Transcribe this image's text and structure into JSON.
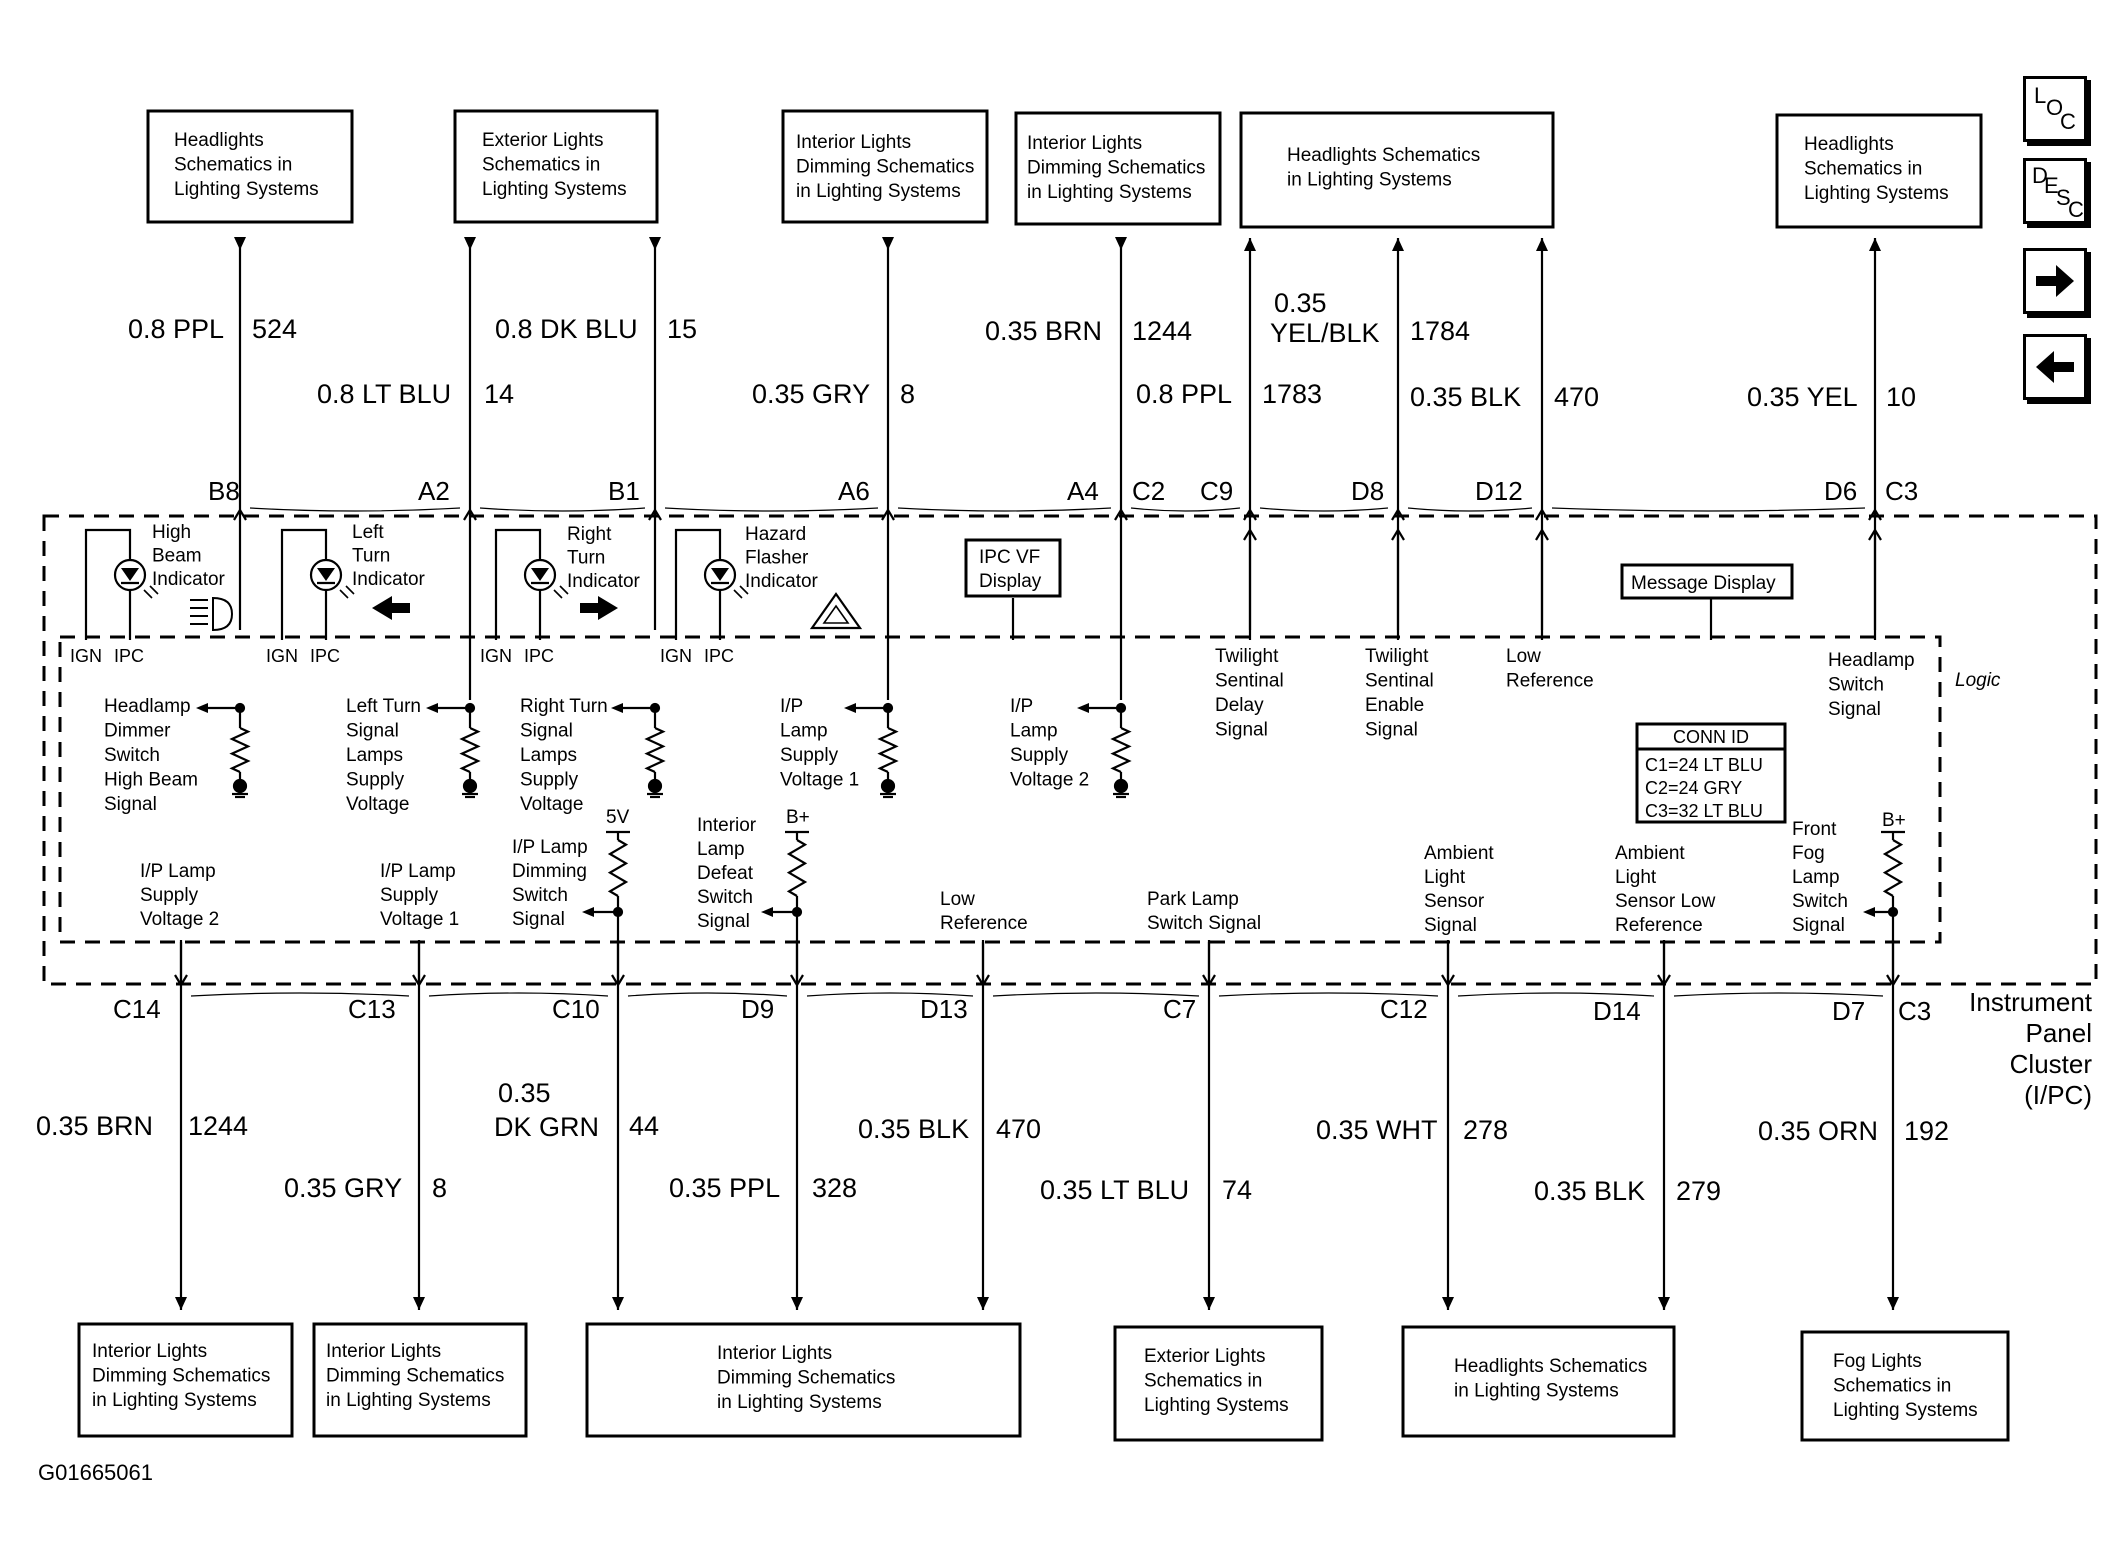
{
  "figure_id": "G01665061",
  "cluster_label": [
    "Instrument",
    "Panel",
    "Cluster",
    "(I/PC)"
  ],
  "logic_label": "Logic",
  "nav": {
    "loc": [
      "L",
      "O",
      "C"
    ],
    "desc": [
      "D",
      "E",
      "S",
      "C"
    ],
    "next_icon": "arrow-right-icon",
    "prev_icon": "arrow-left-icon"
  },
  "top_boxes": [
    {
      "lines": [
        "Headlights",
        "Schematics in",
        "Lighting Systems"
      ]
    },
    {
      "lines": [
        "Exterior Lights",
        "Schematics in",
        "Lighting Systems"
      ]
    },
    {
      "lines": [
        "Interior Lights",
        "Dimming Schematics",
        "in Lighting Systems"
      ]
    },
    {
      "lines": [
        "Interior Lights",
        "Dimming Schematics",
        "in Lighting Systems"
      ]
    },
    {
      "lines": [
        "Headlights Schematics",
        "in Lighting Systems"
      ]
    },
    {
      "lines": [
        "Headlights",
        "Schematics in",
        "Lighting Systems"
      ]
    }
  ],
  "bottom_boxes": [
    {
      "lines": [
        "Interior Lights",
        "Dimming Schematics",
        "in Lighting Systems"
      ]
    },
    {
      "lines": [
        "Interior Lights",
        "Dimming Schematics",
        "in Lighting Systems"
      ]
    },
    {
      "lines": [
        "Interior Lights",
        "Dimming Schematics",
        "in Lighting Systems"
      ]
    },
    {
      "lines": [
        "Exterior Lights",
        "Schematics in",
        "Lighting Systems"
      ]
    },
    {
      "lines": [
        "Headlights Schematics",
        "in Lighting Systems"
      ]
    },
    {
      "lines": [
        "Fog Lights",
        "Schematics in",
        "Lighting Systems"
      ]
    }
  ],
  "top_wires": [
    {
      "pin": "B8",
      "wire": "0.8 PPL",
      "circuit": "524",
      "direction": "in"
    },
    {
      "pin": "A2",
      "wire": "0.8 LT BLU",
      "circuit": "14",
      "direction": "in"
    },
    {
      "pin": "B1",
      "wire": "0.8 DK BLU",
      "circuit": "15",
      "direction": "in"
    },
    {
      "pin": "A6",
      "wire": "0.35 GRY",
      "circuit": "8",
      "direction": "in"
    },
    {
      "pin": "A4",
      "pin2": "C2",
      "wire": "0.35 BRN",
      "circuit": "1244",
      "direction": "in"
    },
    {
      "pin": "C9",
      "wire": "0.8 PPL",
      "circuit": "1783",
      "direction": "out"
    },
    {
      "pin": "D8",
      "wire_lines": [
        "0.35",
        "YEL/BLK"
      ],
      "circuit": "1784",
      "direction": "out"
    },
    {
      "pin": "D12",
      "wire": "0.35 BLK",
      "circuit": "470",
      "direction": "out"
    },
    {
      "pin": "D6",
      "pin2": "C3",
      "wire": "0.35 YEL",
      "circuit": "10",
      "direction": "out"
    }
  ],
  "bottom_wires": [
    {
      "pin": "C14",
      "wire": "0.35  BRN",
      "circuit": "1244"
    },
    {
      "pin": "C13",
      "wire": "0.35 GRY",
      "circuit": "8"
    },
    {
      "pin": "C10",
      "wire_lines": [
        "0.35",
        "DK GRN"
      ],
      "circuit": "44"
    },
    {
      "pin": "D9",
      "wire": "0.35 PPL",
      "circuit": "328"
    },
    {
      "pin": "D13",
      "wire": "0.35 BLK",
      "circuit": "470"
    },
    {
      "pin": "C7",
      "wire": "0.35 LT BLU",
      "circuit": "74"
    },
    {
      "pin": "C12",
      "wire": "0.35 WHT",
      "circuit": "278"
    },
    {
      "pin": "D14",
      "wire": "0.35 BLK",
      "circuit": "279"
    },
    {
      "pin": "D7",
      "pin2": "C3",
      "wire": "0.35 ORN",
      "circuit": "192"
    }
  ],
  "indicators": [
    {
      "lines": [
        "High",
        "Beam",
        "Indicator"
      ],
      "icon": "high-beam-symbol-icon"
    },
    {
      "lines": [
        "Left",
        "Turn",
        "Indicator"
      ],
      "icon": "left-arrow-icon"
    },
    {
      "lines": [
        "Right",
        "Turn",
        "Indicator"
      ],
      "icon": "right-arrow-icon"
    },
    {
      "lines": [
        "Hazard",
        "Flasher",
        "Indicator"
      ],
      "icon": "hazard-triangle-icon"
    }
  ],
  "ign_label": "IGN",
  "ipc_label": "IPC",
  "ipc_vf_display": [
    "IPC VF",
    "Display"
  ],
  "message_display": "Message Display",
  "inner_signals": [
    {
      "lines": [
        "Headlamp",
        "Dimmer",
        "Switch",
        "High Beam",
        "Signal"
      ]
    },
    {
      "lines": [
        "Left Turn",
        "Signal",
        "Lamps",
        "Supply",
        "Voltage"
      ]
    },
    {
      "lines": [
        "Right Turn",
        "Signal",
        "Lamps",
        "Supply",
        "Voltage"
      ]
    },
    {
      "lines": [
        "I/P",
        "Lamp",
        "Supply",
        "Voltage 1"
      ]
    },
    {
      "lines": [
        "I/P",
        "Lamp",
        "Supply",
        "Voltage 2"
      ]
    },
    {
      "lines": [
        "Twilight",
        "Sentinal",
        "Delay",
        "Signal"
      ]
    },
    {
      "lines": [
        "Twilight",
        "Sentinal",
        "Enable",
        "Signal"
      ]
    },
    {
      "lines": [
        "Low",
        "Reference"
      ]
    },
    {
      "lines": [
        "Headlamp",
        "Switch",
        "Signal"
      ]
    }
  ],
  "lower_signals": [
    {
      "lines": [
        "I/P Lamp",
        "Supply",
        "Voltage 2"
      ]
    },
    {
      "lines": [
        "I/P Lamp",
        "Supply",
        "Voltage 1"
      ]
    },
    {
      "lines": [
        "I/P Lamp",
        "Dimming",
        "Switch",
        "Signal"
      ],
      "supply": "5V"
    },
    {
      "lines": [
        "Interior",
        "Lamp",
        "Defeat",
        "Switch",
        "Signal"
      ],
      "supply": "B+"
    },
    {
      "lines": [
        "Low",
        "Reference"
      ]
    },
    {
      "lines": [
        "Park Lamp",
        "Switch Signal"
      ]
    },
    {
      "lines": [
        "Ambient",
        "Light",
        "Sensor",
        "Signal"
      ]
    },
    {
      "lines": [
        "Ambient",
        "Light",
        "Sensor Low",
        "Reference"
      ]
    },
    {
      "lines": [
        "Front",
        "Fog",
        "Lamp",
        "Switch",
        "Signal"
      ],
      "supply": "B+"
    }
  ],
  "conn_id": {
    "title": "CONN ID",
    "rows": [
      "C1=24 LT BLU",
      "C2=24 GRY",
      "C3=32 LT BLU"
    ]
  }
}
